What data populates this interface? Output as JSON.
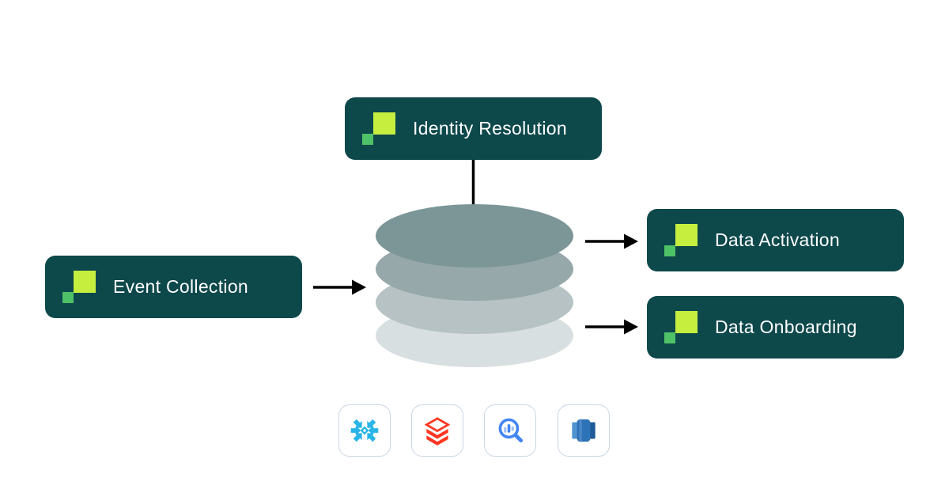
{
  "diagram": {
    "background": "#ffffff",
    "nodes": {
      "identity_resolution": {
        "label": "Identity Resolution"
      },
      "event_collection": {
        "label": "Event Collection"
      },
      "data_activation": {
        "label": "Data Activation"
      },
      "data_onboarding": {
        "label": "Data Onboarding"
      }
    },
    "node_style": {
      "background": "#0d484b",
      "text_color": "#ffffff",
      "logo_lime": "#c6ee3f",
      "logo_green": "#4fc167"
    },
    "stack": {
      "layer_count": 4,
      "layer_colors": [
        "#7c9597",
        "#96a8a9",
        "#b6c2c3",
        "#d8dfe0"
      ]
    },
    "connector_color": "#000000",
    "warehouses": [
      {
        "name": "snowflake-icon",
        "label": "Snowflake",
        "color": "#29b5e8"
      },
      {
        "name": "databricks-icon",
        "label": "Databricks",
        "color": "#ff3621"
      },
      {
        "name": "bigquery-icon",
        "label": "Google BigQuery",
        "color": "#4285f4"
      },
      {
        "name": "redshift-icon",
        "label": "Amazon Redshift",
        "color": "#2e73b7"
      }
    ]
  }
}
